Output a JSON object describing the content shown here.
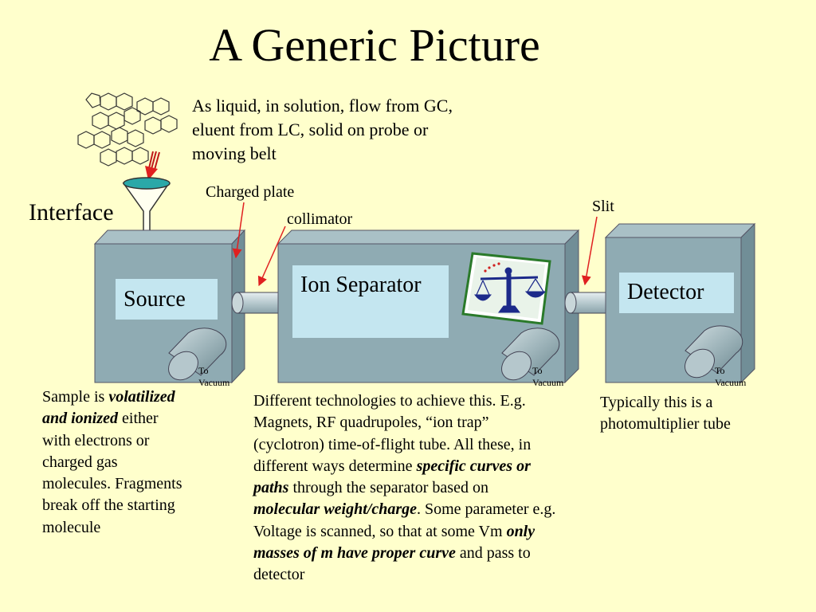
{
  "title": "A Generic Picture",
  "intro": "As liquid, in solution, flow from GC, eluent from LC, solid on probe or moving belt",
  "labels": {
    "interface": "Interface",
    "charged_plate": "Charged plate",
    "collimator": "collimator",
    "slit": "Slit"
  },
  "boxes": {
    "source": "Source",
    "ion_separator": "Ion Separator",
    "detector": "Detector"
  },
  "vacuum_label": "To Vacuum",
  "descriptions": {
    "source": [
      {
        "t": "Sample is ",
        "b": false
      },
      {
        "t": "volatilized and ionized",
        "b": true
      },
      {
        "t": " either with electrons or charged gas molecules. Fragments break off the starting molecule",
        "b": false
      }
    ],
    "separator": [
      {
        "t": "Different technologies to achieve this. E.g. Magnets, RF quadrupoles, “ion trap” (cyclotron) time-of-flight tube. All these, in different ways determine ",
        "b": false
      },
      {
        "t": "specific curves or paths",
        "b": true
      },
      {
        "t": " through the separator based on ",
        "b": false
      },
      {
        "t": "molecular weight/charge",
        "b": true
      },
      {
        "t": ". Some parameter e.g. Voltage is scanned, so that at some Vm ",
        "b": false
      },
      {
        "t": "only masses of m have proper curve",
        "b": true
      },
      {
        "t": " and pass to detector",
        "b": false
      }
    ],
    "detector": [
      {
        "t": "Typically this is a photomultiplier tube",
        "b": false
      }
    ]
  },
  "colors": {
    "background": "#ffffcc",
    "box_front": "#8fabb3",
    "box_top": "#a9c0c6",
    "box_side": "#718e97",
    "label_fill": "#c4e6f0",
    "arrow": "#e02020",
    "funnel": "#2aa8a8"
  }
}
